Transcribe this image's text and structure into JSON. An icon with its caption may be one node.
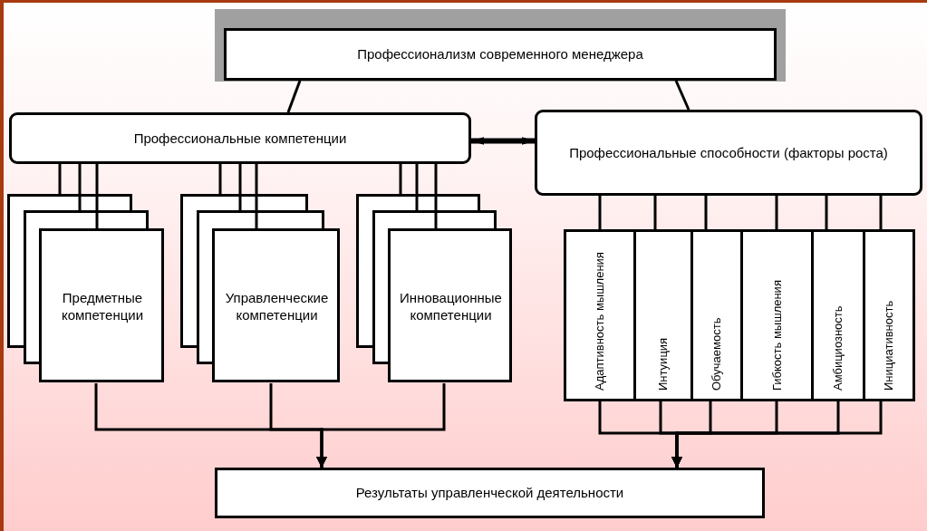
{
  "diagram": {
    "nodes": [
      {
        "text": [
          "Профессионализм современного менеджера"
        ]
      },
      {
        "text": [
          "Профессиональные компетенции"
        ]
      },
      {
        "text": [
          "Профессиональные способности (факторы роста)"
        ]
      },
      {
        "text": [
          "Предметные компетенции"
        ]
      },
      {
        "text": [
          "Управленческие компетенции"
        ]
      },
      {
        "text": [
          "Инновационные компетенции"
        ]
      },
      {
        "text": [
          "Адаптивность мышления"
        ]
      },
      {
        "text": [
          "Интуиция"
        ]
      },
      {
        "text": [
          "Обучаемость"
        ]
      },
      {
        "text": [
          "Гибкость мышления"
        ]
      },
      {
        "text": [
          "Амбициозность"
        ]
      },
      {
        "text": [
          "Инициативность"
        ]
      },
      {
        "text": [
          "Результаты управленческой деятельности"
        ]
      }
    ],
    "edges": [
      {
        "from": 0,
        "to": 1,
        "arrow": "none"
      },
      {
        "from": 0,
        "to": 2,
        "arrow": "none"
      },
      {
        "from": 1,
        "to": 2,
        "arrow": "both",
        "style": "thick"
      },
      {
        "from": 1,
        "to": 3,
        "arrow": "none"
      },
      {
        "from": 1,
        "to": 3,
        "arrow": "none"
      },
      {
        "from": 1,
        "to": 3,
        "arrow": "none"
      },
      {
        "from": 1,
        "to": 4,
        "arrow": "none"
      },
      {
        "from": 1,
        "to": 4,
        "arrow": "none"
      },
      {
        "from": 1,
        "to": 4,
        "arrow": "none"
      },
      {
        "from": 1,
        "to": 5,
        "arrow": "none"
      },
      {
        "from": 1,
        "to": 5,
        "arrow": "none"
      },
      {
        "from": 1,
        "to": 5,
        "arrow": "none"
      },
      {
        "from": 2,
        "to": 6,
        "arrow": "none"
      },
      {
        "from": 2,
        "to": 7,
        "arrow": "none"
      },
      {
        "from": 2,
        "to": 8,
        "arrow": "none"
      },
      {
        "from": 2,
        "to": 9,
        "arrow": "none"
      },
      {
        "from": 2,
        "to": 10,
        "arrow": "none"
      },
      {
        "from": 2,
        "to": 11,
        "arrow": "none"
      },
      {
        "from": 3,
        "to": 12,
        "arrow": "to"
      },
      {
        "from": 4,
        "to": 12,
        "arrow": "to"
      },
      {
        "from": 5,
        "to": 12,
        "arrow": "to"
      },
      {
        "from": 6,
        "to": 12,
        "arrow": "to"
      },
      {
        "from": 7,
        "to": 12,
        "arrow": "to"
      },
      {
        "from": 8,
        "to": 12,
        "arrow": "to"
      },
      {
        "from": 9,
        "to": 12,
        "arrow": "to"
      },
      {
        "from": 10,
        "to": 12,
        "arrow": "to"
      },
      {
        "from": 11,
        "to": 12,
        "arrow": "to"
      }
    ]
  }
}
